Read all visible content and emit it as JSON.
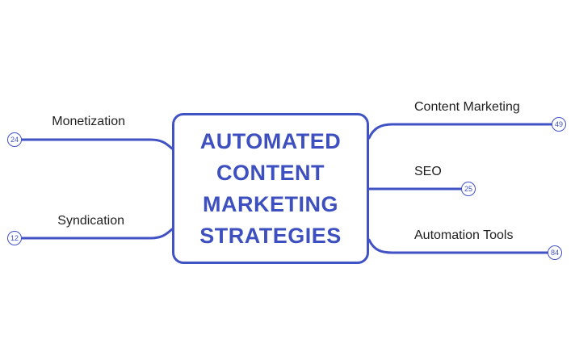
{
  "central_node": {
    "title": "AUTOMATED CONTENT MARKETING STRATEGIES",
    "lines": [
      "AUTOMATED",
      "CONTENT",
      "MARKETING",
      "STRATEGIES"
    ]
  },
  "branches": {
    "left": [
      {
        "label": "Monetization",
        "badge": "24"
      },
      {
        "label": "Syndication",
        "badge": "12"
      }
    ],
    "right": [
      {
        "label": "Content Marketing",
        "badge": "49"
      },
      {
        "label": "SEO",
        "badge": "25"
      },
      {
        "label": "Automation Tools",
        "badge": "84"
      }
    ]
  },
  "colors": {
    "accent": "#4152c4",
    "label_text": "#1f1f1f",
    "background": "#ffffff"
  }
}
